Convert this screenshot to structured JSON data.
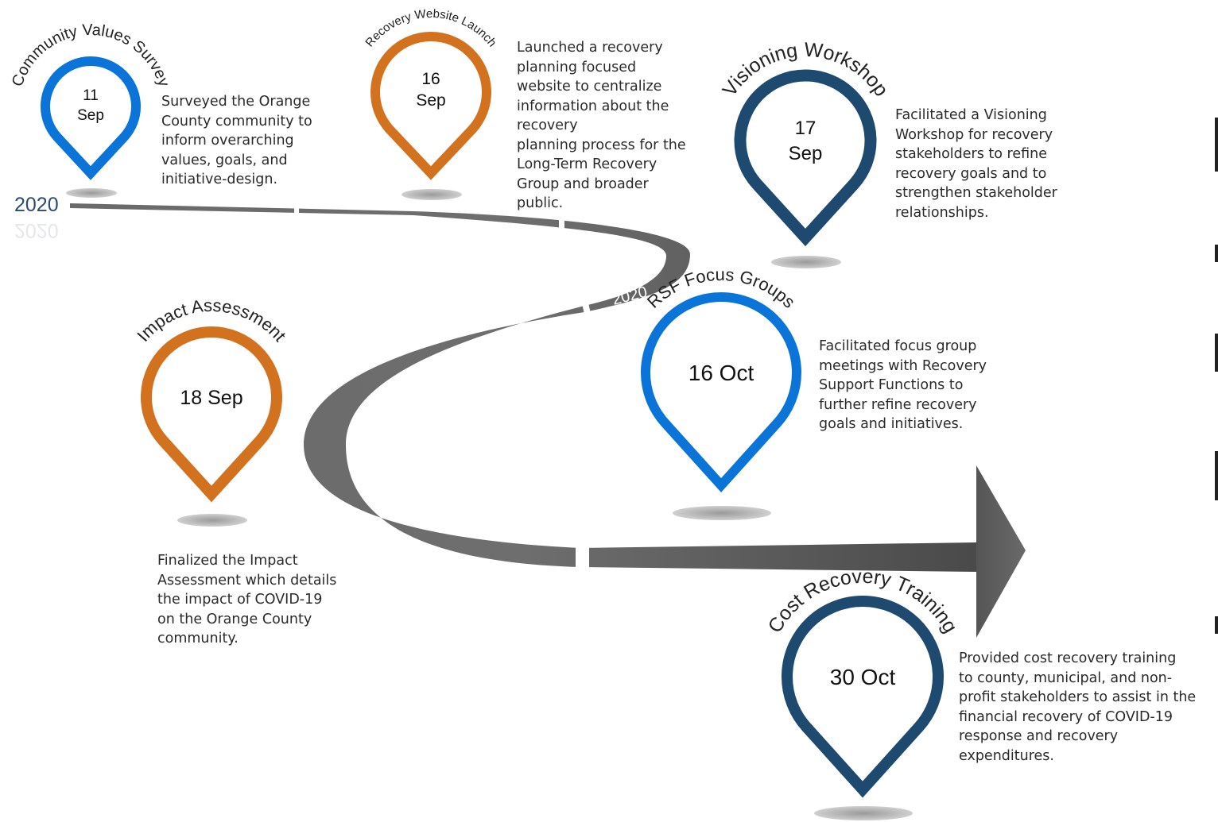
{
  "start_year": "2020",
  "mid_year": "2020",
  "colors": {
    "blue": "#0a74d8",
    "orange": "#d3721e",
    "navy": "#1d4a6e",
    "road": "#5c5c5c"
  },
  "milestones": [
    {
      "title": "Community Values Survey",
      "date_line1": "11",
      "date_line2": "Sep",
      "color": "blue",
      "description": "Surveyed the Orange\nCounty community to\ninform overarching\nvalues, goals, and\ninitiative-design."
    },
    {
      "title": "Recovery Website Launch",
      "date_line1": "16",
      "date_line2": "Sep",
      "color": "orange",
      "description": "Launched a recovery\nplanning focused\nwebsite to centralize\ninformation about the\nrecovery\nplanning process for the\nLong-Term Recovery\nGroup and broader\npublic."
    },
    {
      "title": "Visioning Workshop",
      "date_line1": "17",
      "date_line2": "Sep",
      "color": "navy",
      "description": "Facilitated a Visioning\nWorkshop for recovery\nstakeholders to refine\nrecovery goals and to\nstrengthen stakeholder\nrelationships."
    },
    {
      "title": "Impact Assessment",
      "date_line1": "18 Sep",
      "date_line2": "",
      "color": "orange",
      "description": "Finalized the Impact\nAssessment which details\nthe impact of COVID-19\non the Orange County\ncommunity."
    },
    {
      "title": "RSF Focus Groups",
      "date_line1": "16 Oct",
      "date_line2": "",
      "color": "blue",
      "description": "Facilitated focus group\nmeetings with Recovery\nSupport Functions to\nfurther refine recovery\ngoals and initiatives."
    },
    {
      "title": "Cost Recovery Training",
      "date_line1": "30 Oct",
      "date_line2": "",
      "color": "navy",
      "description": "Provided cost recovery training\nto county, municipal, and non-\nprofit stakeholders to assist in the\nfinancial recovery of COVID-19\nresponse and recovery\nexpenditures."
    }
  ]
}
